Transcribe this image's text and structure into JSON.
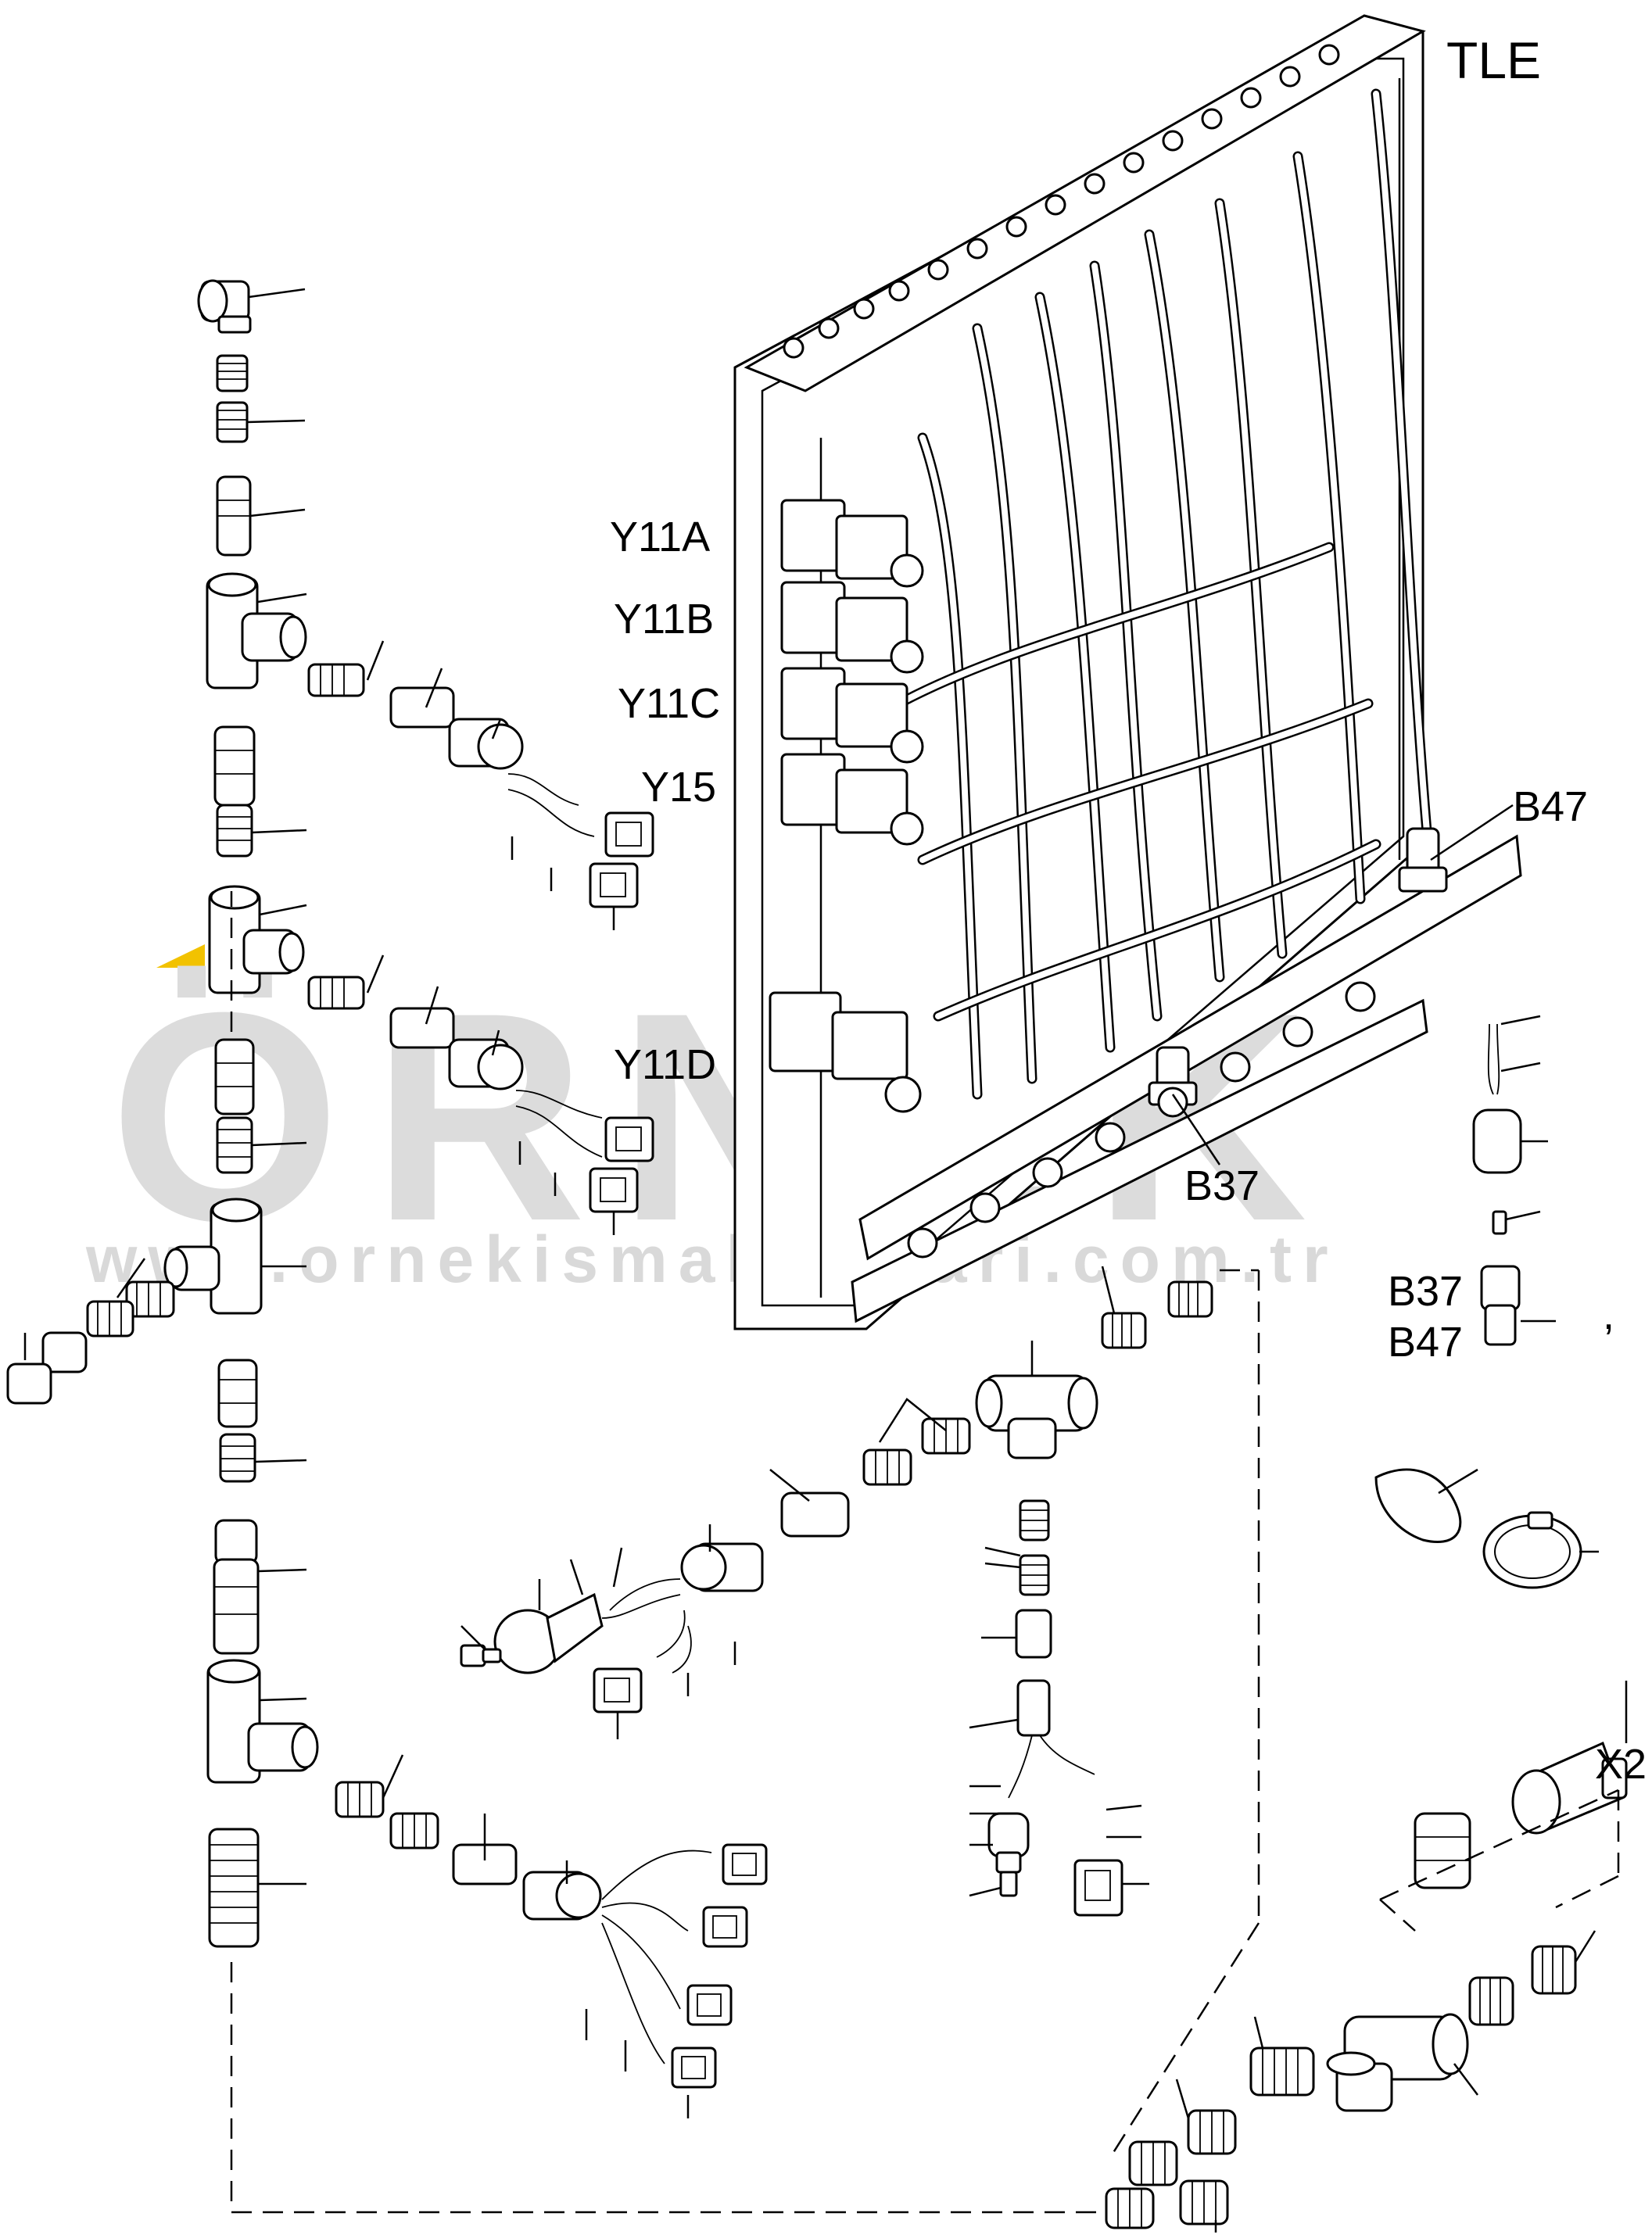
{
  "watermark": {
    "brand": "ÖRNEK",
    "url": "www.ornekismakinalari.com.tr",
    "accent_color": "#f2c200",
    "text_color": "#dcdcdc"
  },
  "labels": {
    "assembly": "TLE",
    "valve_y11a": "Y11A",
    "valve_y11b": "Y11B",
    "valve_y11c": "Y11C",
    "valve_y15": "Y15",
    "valve_y11d": "Y11D",
    "sensor_b47": "B47",
    "sensor_b37": "B37",
    "sensor_inset_b37": "B37",
    "sensor_inset_b47": "B47",
    "connector_x2": "X2",
    "stray_mark": ","
  }
}
